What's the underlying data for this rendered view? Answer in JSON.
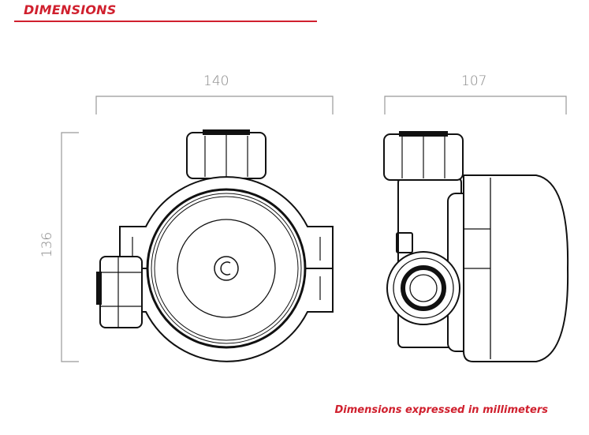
{
  "header": {
    "title": "DIMENSIONS",
    "accent_color": "#d0202e"
  },
  "dimensions": {
    "width_front": "140",
    "width_side": "107",
    "height": "136"
  },
  "footer": {
    "note": "Dimensions expressed in millimeters"
  }
}
